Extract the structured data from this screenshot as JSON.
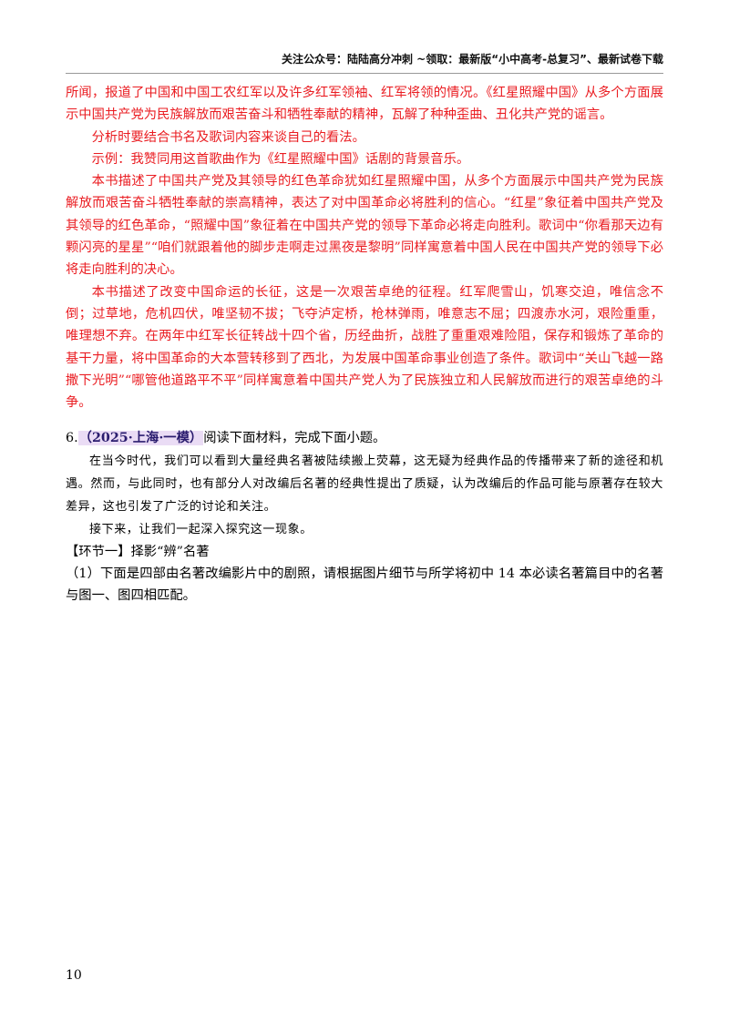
{
  "header": {
    "text": "关注公众号：陆陆高分冲刺 ~领取：最新版“小中高考-总复习”、最新试卷下载"
  },
  "answer": {
    "p1": "所闻，报道了中国和中国工农红军以及许多红军领袖、红军将领的情况。《红星照耀中国》从多个方面展示中国共产党为民族解放而艰苦奋斗和牺牲奉献的精神，瓦解了种种歪曲、丑化共产党的谣言。",
    "p2": "分析时要结合书名及歌词内容来谈自己的看法。",
    "p3": "示例：我赞同用这首歌曲作为《红星照耀中国》话剧的背景音乐。",
    "p4": "本书描述了中国共产党及其领导的红色革命犹如红星照耀中国，从多个方面展示中国共产党为民族解放而艰苦奋斗牺牲奉献的崇高精神，表达了对中国革命必将胜利的信心。“红星”象征着中国共产党及其领导的红色革命，“照耀中国”象征着在中国共产党的领导下革命必将走向胜利。歌词中“你看那天边有颗闪亮的星星”“咱们就跟着他的脚步走啊走过黑夜是黎明”同样寓意着中国人民在中国共产党的领导下必将走向胜利的决心。",
    "p5": "本书描述了改变中国命运的长征，这是一次艰苦卓绝的征程。红军爬雪山，饥寒交迫，唯信念不倒；过草地，危机四伏，唯坚韧不拔；飞夺泸定桥，枪林弹雨，唯意志不屈；四渡赤水河，艰险重重，唯理想不弃。在两年中红军长征转战十四个省，历经曲折，战胜了重重艰难险阻，保存和锻炼了革命的基干力量，将中国革命的大本营转移到了西北，为发展中国革命事业创造了条件。歌词中“关山飞越一路撒下光明”“哪管他道路平不平”同样寓意着中国共产党人为了民族独立和人民解放而进行的艰苦卓绝的斗争。"
  },
  "question": {
    "number": "6.",
    "source": "（2025·上海·一模）",
    "prompt": "阅读下面材料，完成下面小题。",
    "material_1": "在当今时代，我们可以看到大量经典名著被陆续搬上荧幕，这无疑为经典作品的传播带来了新的途径和机遇。然而，与此同时，也有部分人对改编后名著的经典性提出了质疑，认为改编后的作品可能与原著存在较大差异，这也引发了广泛的讨论和关注。",
    "material_2": "接下来，让我们一起深入探究这一现象。",
    "section": "【环节一】择影“辨”名著",
    "sub_question": "（1）下面是四部由名著改编影片中的剧照，请根据图片细节与所学将初中 14 本必读名著篇目中的名著与图一、图四相匹配。"
  },
  "page_number": "10",
  "colors": {
    "answer_text": "#ea1d22",
    "source_highlight": "#eadcf5"
  }
}
